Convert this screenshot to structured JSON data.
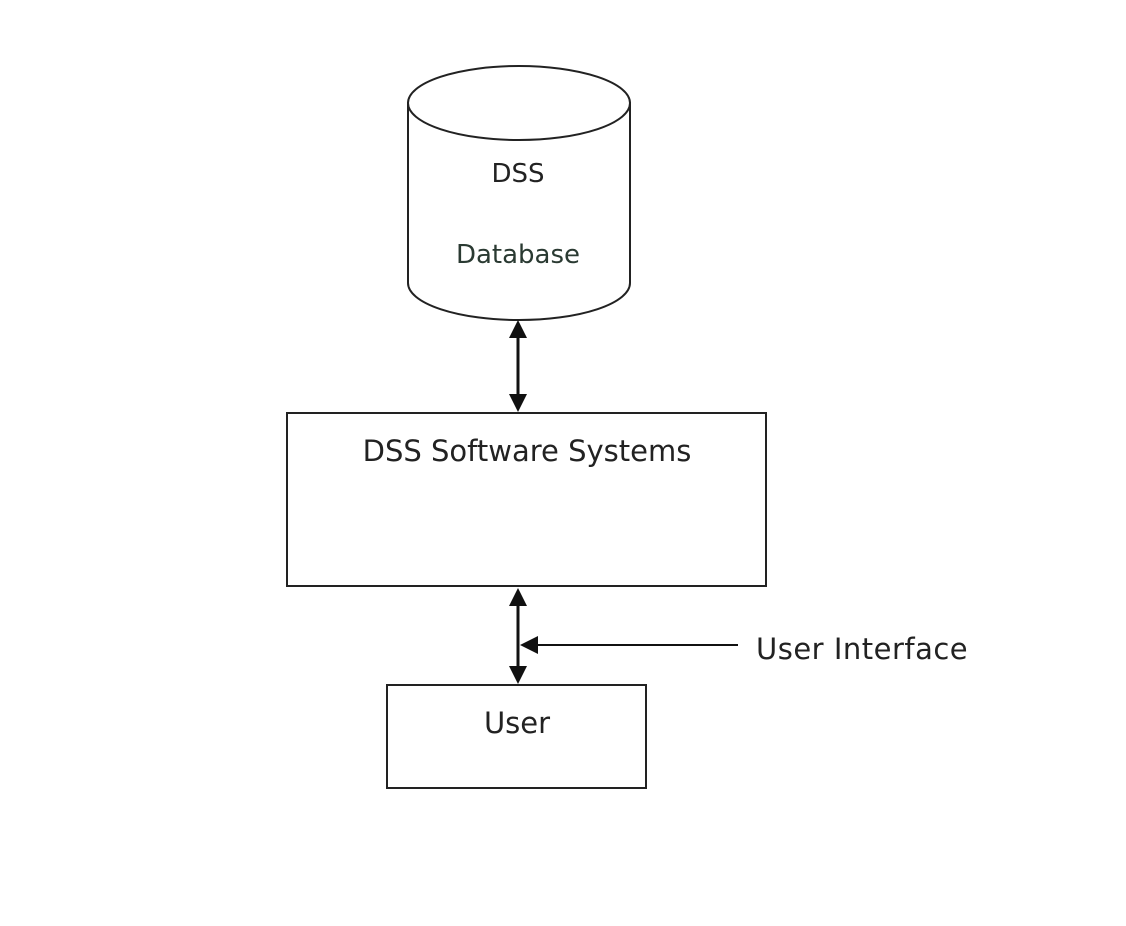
{
  "diagram": {
    "database": {
      "line1": "DSS",
      "line2": "Database"
    },
    "software_system": {
      "label": "DSS Software Systems"
    },
    "user": {
      "label": "User"
    },
    "interface_annotation": {
      "label": "User Interface"
    },
    "connections": [
      {
        "from": "DSS Database",
        "to": "DSS Software Systems",
        "direction": "bidirectional"
      },
      {
        "from": "DSS Software Systems",
        "to": "User",
        "direction": "bidirectional"
      },
      {
        "from": "User Interface",
        "to": "DSS Software Systems–User link",
        "direction": "pointer"
      }
    ]
  }
}
